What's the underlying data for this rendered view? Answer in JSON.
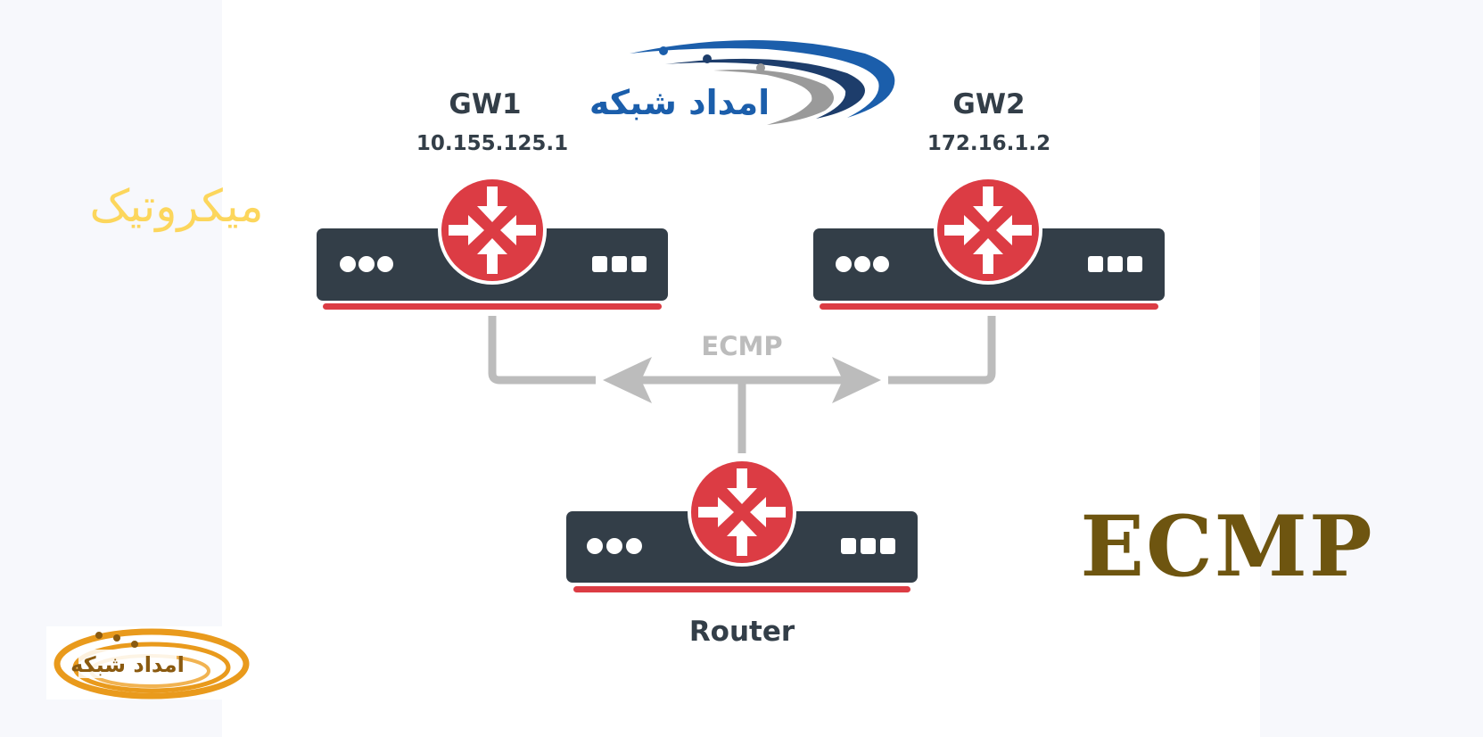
{
  "diagram": {
    "title": "ECMP",
    "connection_label": "ECMP",
    "nodes": [
      {
        "id": "gw1",
        "name": "GW1",
        "ip": "10.155.125.1"
      },
      {
        "id": "gw2",
        "name": "GW2",
        "ip": "172.16.1.2"
      },
      {
        "id": "router",
        "name": "Router"
      }
    ],
    "edges": [
      {
        "from": "router",
        "to": "gw1"
      },
      {
        "from": "router",
        "to": "gw2"
      }
    ]
  },
  "branding": {
    "top_logo_text": "امداد شبکه",
    "bottom_logo_text": "امداد شبکه",
    "side_text": "میکروتیک"
  },
  "colors": {
    "device_body": "#333e48",
    "router_accent": "#dc3c44",
    "connector": "#bcbcbc",
    "title_color": "#6e5510",
    "side_text_color": "#fcd65c",
    "logo_blue": "#1b5eab",
    "logo_navy": "#1d3d6b",
    "logo_orange": "#e99a1c"
  }
}
